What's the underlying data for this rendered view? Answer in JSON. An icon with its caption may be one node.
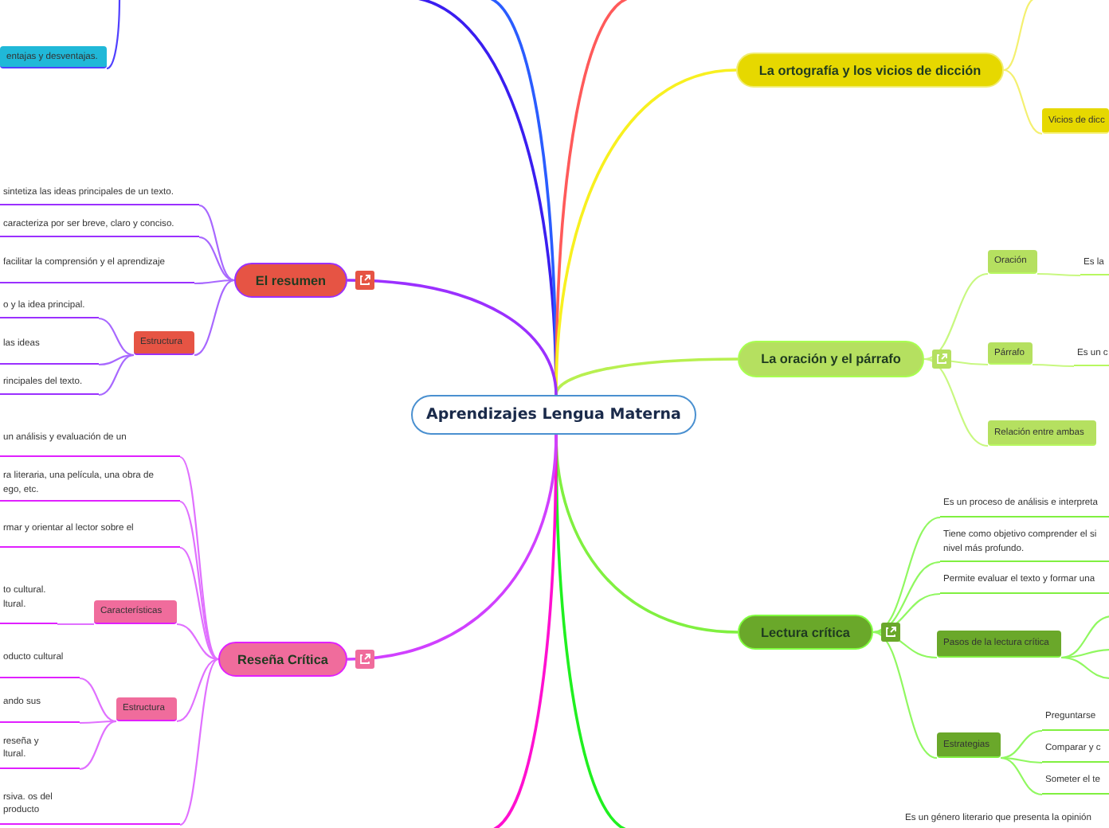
{
  "diagram": {
    "nodes": [
      {
        "text": [
          "Aprendizajes Lengua Materna"
        ]
      },
      {
        "text": [
          "La ortografía y los vicios de dicción"
        ]
      },
      {
        "text": [
          "Vicios de dicc"
        ]
      },
      {
        "text": [
          "La oración y el párrafo"
        ]
      },
      {
        "text": [
          "Oración"
        ]
      },
      {
        "text": [
          "Es la"
        ]
      },
      {
        "text": [
          "Párrafo"
        ]
      },
      {
        "text": [
          "Es un c"
        ]
      },
      {
        "text": [
          "Relación entre ambas"
        ]
      },
      {
        "text": [
          "Lectura crítica"
        ]
      },
      {
        "text": [
          "Es un proceso de análisis e interpreta"
        ]
      },
      {
        "text": [
          "Tiene como objetivo comprender el si nivel más profundo."
        ]
      },
      {
        "text": [
          "Permite evaluar el texto y formar una"
        ]
      },
      {
        "text": [
          "Pasos de la lectura crítica"
        ]
      },
      {
        "text": [
          "Estrategias"
        ]
      },
      {
        "text": [
          "Preguntarse"
        ]
      },
      {
        "text": [
          "Comparar y c"
        ]
      },
      {
        "text": [
          "Someter el te"
        ]
      },
      {
        "text": [
          "El resumen"
        ]
      },
      {
        "text": [
          "sintetiza las ideas principales de un texto."
        ]
      },
      {
        "text": [
          "caracteriza por ser breve, claro y conciso."
        ]
      },
      {
        "text": [
          "facilitar la comprensión y el aprendizaje"
        ]
      },
      {
        "text": [
          "Estructura"
        ]
      },
      {
        "text": [
          "o y la idea principal."
        ]
      },
      {
        "text": [
          "las ideas"
        ]
      },
      {
        "text": [
          "rincipales del texto."
        ]
      },
      {
        "text": [
          "Reseña Crítica"
        ]
      },
      {
        "text": [
          "un análisis y evaluación de un"
        ]
      },
      {
        "text": [
          "ra literaria, una película, una obra de ego, etc."
        ]
      },
      {
        "text": [
          "rmar y orientar al lector sobre el"
        ]
      },
      {
        "text": [
          "to cultural. ltural."
        ]
      },
      {
        "text": [
          "Características"
        ]
      },
      {
        "text": [
          "oducto cultural"
        ]
      },
      {
        "text": [
          "Estructura"
        ]
      },
      {
        "text": [
          "ando sus"
        ]
      },
      {
        "text": [
          "reseña y ltural."
        ]
      },
      {
        "text": [
          "rsiva. os del producto"
        ]
      },
      {
        "text": [
          "entajas y desventajas."
        ]
      }
    ],
    "edges": [
      {
        "from": 0,
        "to": null,
        "arrow": "none",
        "color": "#3a1ef0"
      },
      {
        "from": 0,
        "to": null,
        "arrow": "none",
        "color": "#2a5cff"
      },
      {
        "from": 0,
        "to": null,
        "arrow": "none",
        "color": "#ff5a5a"
      },
      {
        "from": 0,
        "to": 1,
        "arrow": "none",
        "color": "#f8f020"
      },
      {
        "from": 0,
        "to": 3,
        "arrow": "none",
        "color": "#b8f050"
      },
      {
        "from": 0,
        "to": 9,
        "arrow": "none",
        "color": "#80f040"
      },
      {
        "from": 0,
        "to": null,
        "arrow": "none",
        "color": "#20f020"
      },
      {
        "from": 0,
        "to": null,
        "arrow": "none",
        "color": "#ff10d0"
      },
      {
        "from": 0,
        "to": 26,
        "arrow": "none",
        "color": "#d040ff"
      },
      {
        "from": 0,
        "to": 18,
        "arrow": "none",
        "color": "#9b30ff"
      },
      {
        "from": 1,
        "to": null,
        "arrow": "none",
        "color": "#f4f070"
      },
      {
        "from": 1,
        "to": 2,
        "arrow": "none",
        "color": "#f4f070"
      },
      {
        "from": 3,
        "to": 4,
        "arrow": "none",
        "color": "#c8f880"
      },
      {
        "from": 3,
        "to": 6,
        "arrow": "none",
        "color": "#c8f880"
      },
      {
        "from": 3,
        "to": 8,
        "arrow": "none",
        "color": "#c8f880"
      },
      {
        "from": 4,
        "to": 5,
        "arrow": "none",
        "color": "#c8f880"
      },
      {
        "from": 6,
        "to": 7,
        "arrow": "none",
        "color": "#c8f880"
      },
      {
        "from": 9,
        "to": 10,
        "arrow": "none",
        "color": "#90f860"
      },
      {
        "from": 9,
        "to": 11,
        "arrow": "none",
        "color": "#90f860"
      },
      {
        "from": 9,
        "to": 12,
        "arrow": "none",
        "color": "#90f860"
      },
      {
        "from": 9,
        "to": 13,
        "arrow": "none",
        "color": "#90f860"
      },
      {
        "from": 9,
        "to": 14,
        "arrow": "none",
        "color": "#90f860"
      },
      {
        "from": 13,
        "to": null,
        "arrow": "none",
        "color": "#90f860"
      },
      {
        "from": 13,
        "to": null,
        "arrow": "none",
        "color": "#90f860"
      },
      {
        "from": 13,
        "to": null,
        "arrow": "none",
        "color": "#90f860"
      },
      {
        "from": 14,
        "to": 15,
        "arrow": "none",
        "color": "#90f860"
      },
      {
        "from": 14,
        "to": 16,
        "arrow": "none",
        "color": "#90f860"
      },
      {
        "from": 14,
        "to": 17,
        "arrow": "none",
        "color": "#90f860"
      },
      {
        "from": 18,
        "to": 19,
        "arrow": "none",
        "color": "#a868ff"
      },
      {
        "from": 18,
        "to": 20,
        "arrow": "none",
        "color": "#a868ff"
      },
      {
        "from": 18,
        "to": 21,
        "arrow": "none",
        "color": "#a868ff"
      },
      {
        "from": 18,
        "to": 22,
        "arrow": "none",
        "color": "#a868ff"
      },
      {
        "from": 22,
        "to": 23,
        "arrow": "none",
        "color": "#a868ff"
      },
      {
        "from": 22,
        "to": 24,
        "arrow": "none",
        "color": "#a868ff"
      },
      {
        "from": 22,
        "to": 25,
        "arrow": "none",
        "color": "#a868ff"
      },
      {
        "from": 26,
        "to": 27,
        "arrow": "none",
        "color": "#e070ff"
      },
      {
        "from": 26,
        "to": 28,
        "arrow": "none",
        "color": "#e070ff"
      },
      {
        "from": 26,
        "to": 29,
        "arrow": "none",
        "color": "#e070ff"
      },
      {
        "from": 26,
        "to": 31,
        "arrow": "none",
        "color": "#e070ff"
      },
      {
        "from": 26,
        "to": 33,
        "arrow": "none",
        "color": "#e070ff"
      },
      {
        "from": 26,
        "to": 36,
        "arrow": "none",
        "color": "#e070ff"
      },
      {
        "from": 31,
        "to": 30,
        "arrow": "none",
        "color": "#e070ff"
      },
      {
        "from": 33,
        "to": 32,
        "arrow": "none",
        "color": "#e070ff"
      },
      {
        "from": 33,
        "to": 34,
        "arrow": "none",
        "color": "#e070ff"
      },
      {
        "from": 33,
        "to": 35,
        "arrow": "none",
        "color": "#e070ff"
      },
      {
        "from": null,
        "to": 37,
        "arrow": "none",
        "color": "#5040ff"
      }
    ],
    "labels": [
      "Es un género literario que presenta la opinión"
    ]
  }
}
